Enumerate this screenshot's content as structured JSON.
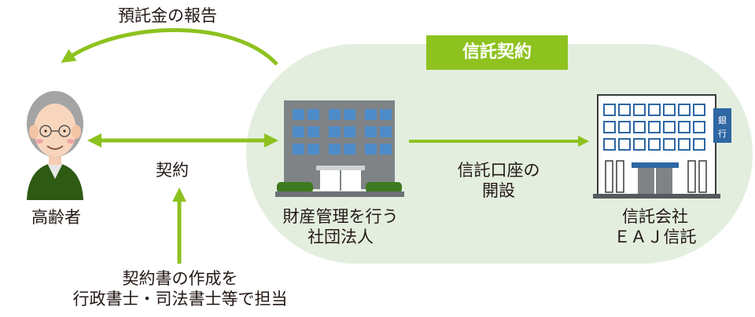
{
  "title": "",
  "nodes": {
    "elder": {
      "label": "高齢者"
    },
    "association": {
      "line1": "財産管理を行う",
      "line2": "社団法人"
    },
    "trust_company": {
      "line1": "信託会社",
      "line2": "ＥＡＪ信託",
      "sign": [
        "銀",
        "行"
      ]
    }
  },
  "edges": {
    "report": {
      "label": "預託金の報告"
    },
    "contract": {
      "label": "契約"
    },
    "open_account": {
      "line1": "信託口座の",
      "line2": "開設"
    },
    "drafting": {
      "line1": "契約書の作成を",
      "line2": "行政書士・司法書士等で担当"
    }
  },
  "group": {
    "label": "信託契約"
  },
  "colors": {
    "group_fill": "#e3eedf",
    "accent": "#8dc21f",
    "building": "#7f8386",
    "window": "#4d8cc9",
    "bank_sign": "#2e67a4",
    "elder_clothes": "#2e5a13"
  }
}
